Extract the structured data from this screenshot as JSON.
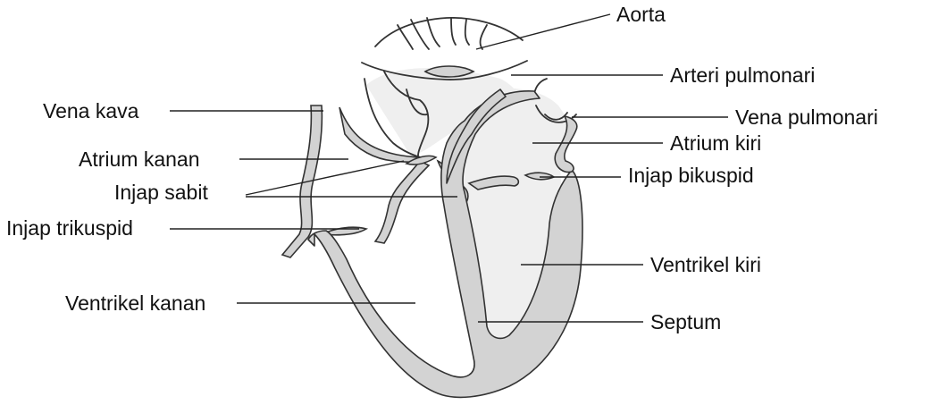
{
  "labels": {
    "aorta": "Aorta",
    "arteri_pulmonari": "Arteri pulmonari",
    "vena_kava": "Vena kava",
    "vena_pulmonari": "Vena pulmonari",
    "atrium_kanan": "Atrium kanan",
    "atrium_kiri": "Atrium kiri",
    "injap_sabit": "Injap sabit",
    "injap_bikuspid": "Injap bikuspid",
    "injap_trikuspid": "Injap trikuspid",
    "ventrikel_kiri": "Ventrikel kiri",
    "ventrikel_kanan": "Ventrikel kanan",
    "septum": "Septum"
  },
  "colors": {
    "wall": "#d3d3d3",
    "chamber": "#efefef",
    "outline": "#333333",
    "text": "#111111"
  }
}
